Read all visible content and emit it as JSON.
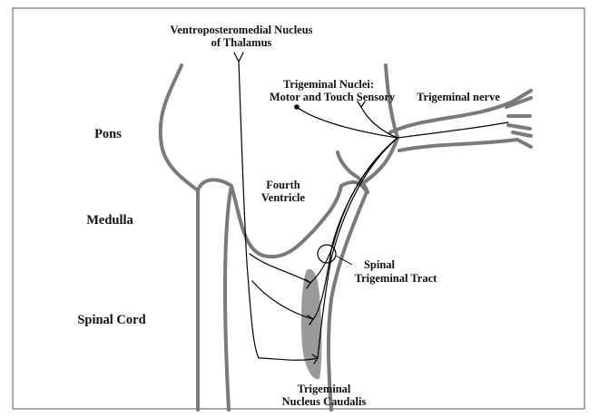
{
  "labels": {
    "vpm_line1": "Ventroposteromedial Nucleus",
    "vpm_line2": "of Thalamus",
    "nuclei_line1": "Trigeminal Nuclei:",
    "nuclei_line2": "Motor and Touch Sensory",
    "trigeminal_nerve": "Trigeminal nerve",
    "pons": "Pons",
    "fourth_line1": "Fourth",
    "fourth_line2": "Ventricle",
    "medulla": "Medulla",
    "spinal_tract_line1": "Spinal",
    "spinal_tract_line2": "Trigeminal Tract",
    "spinal_cord": "Spinal Cord",
    "caudalis_line1": "Trigeminal",
    "caudalis_line2": "Nucleus Caudalis"
  },
  "colors": {
    "outline": "#7a7a7a",
    "nucleus_fill": "#9a9a9a",
    "fiber": "#000000"
  }
}
